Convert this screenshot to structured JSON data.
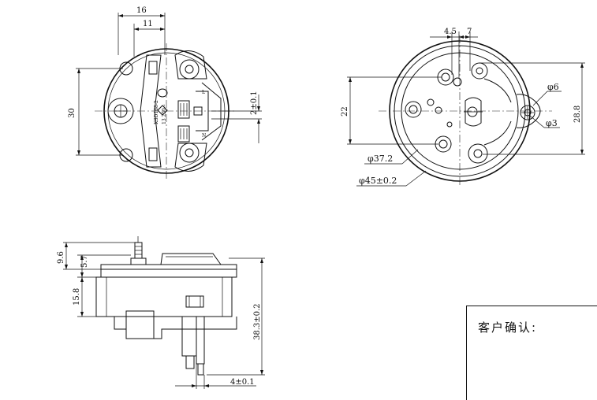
{
  "dimensions": {
    "front_width_16": "16",
    "front_width_11": "11",
    "front_height_30": "30",
    "front_offset_2": "2±0.1",
    "rear_hole_gap_45": "4.5",
    "rear_hole_gap_7": "7",
    "rear_height_22": "22",
    "rear_height_288": "28.8",
    "rear_hole_6": "φ6",
    "rear_hole_3": "φ3",
    "rear_dia_372": "φ37.2",
    "rear_dia_45": "φ45±0.2",
    "side_96": "9.6",
    "side_57": "5.7",
    "side_158": "15.8",
    "side_383": "38.3±0.2",
    "side_4": "4±0.1"
  },
  "part_marking": {
    "model": "KSD168-2",
    "rating": "13 250~",
    "terminal_l": "L",
    "terminal_n": "N"
  },
  "confirm": {
    "label": "客户确认:"
  }
}
